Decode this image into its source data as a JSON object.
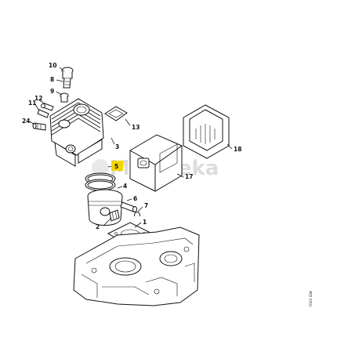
{
  "watermark": {
    "text": "Motoreka",
    "color": "#d0d0d0"
  },
  "highlight": {
    "part": "5",
    "color": "#f2d400"
  },
  "doc_id": "7002 GW",
  "callouts": [
    {
      "id": "c10",
      "label": "10"
    },
    {
      "id": "c8",
      "label": "8"
    },
    {
      "id": "c9",
      "label": "9"
    },
    {
      "id": "c12",
      "label": "12"
    },
    {
      "id": "c11",
      "label": "11"
    },
    {
      "id": "c24",
      "label": "24"
    },
    {
      "id": "c13",
      "label": "13"
    },
    {
      "id": "c3",
      "label": "3"
    },
    {
      "id": "c5",
      "label": "5"
    },
    {
      "id": "c4",
      "label": "4"
    },
    {
      "id": "c6",
      "label": "6"
    },
    {
      "id": "c7",
      "label": "7"
    },
    {
      "id": "c2",
      "label": "2"
    },
    {
      "id": "c1",
      "label": "1"
    },
    {
      "id": "c17",
      "label": "17"
    },
    {
      "id": "c18",
      "label": "18"
    }
  ]
}
